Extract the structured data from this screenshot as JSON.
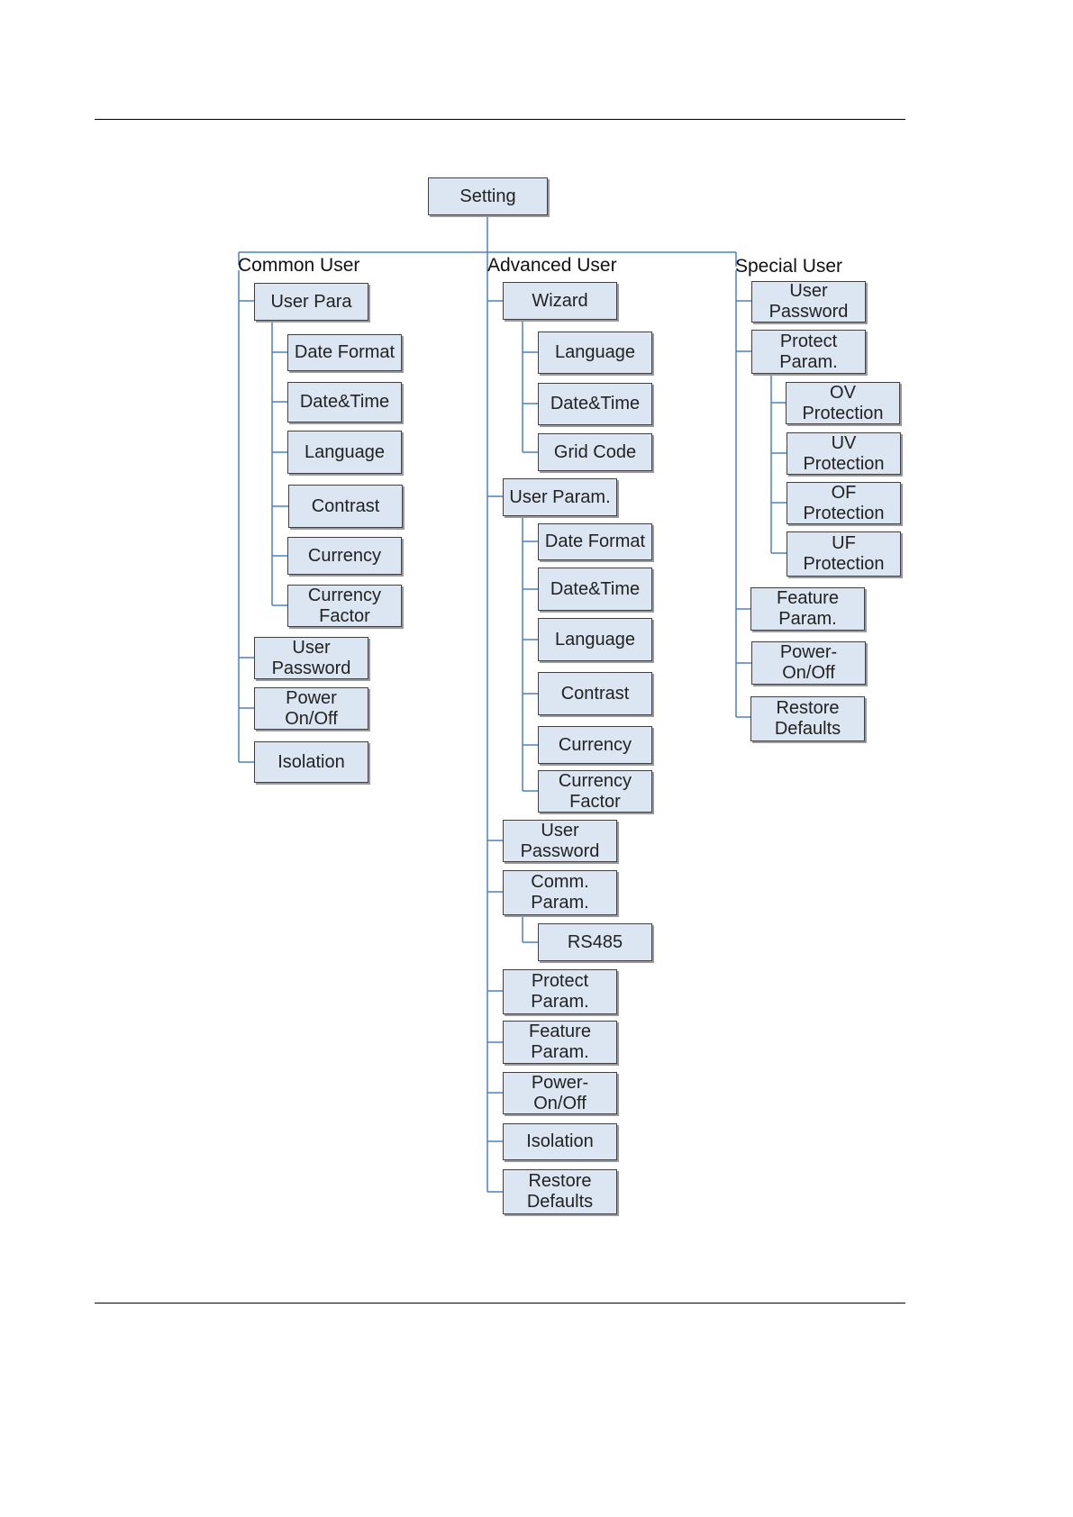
{
  "diagram": {
    "root": "Setting",
    "common_user": {
      "label": "Common User",
      "items": {
        "user_para": "User Para",
        "user_para_children": [
          "Date Format",
          "Date&Time",
          "Language",
          "Contrast",
          "Currency",
          "Currency\nFactor"
        ],
        "user_password": "User\nPassword",
        "power_onoff": "Power\nOn/Off",
        "isolation": "Isolation"
      }
    },
    "advanced_user": {
      "label": "Advanced User",
      "items": {
        "wizard": "Wizard",
        "wizard_children": [
          "Language",
          "Date&Time",
          "Grid Code"
        ],
        "user_param": "User Param.",
        "user_param_children": [
          "Date Format",
          "Date&Time",
          "Language",
          "Contrast",
          "Currency",
          "Currency\nFactor"
        ],
        "user_password": "User\nPassword",
        "comm_param": "Comm.\nParam.",
        "comm_param_children": [
          "RS485"
        ],
        "protect_param": "Protect\nParam.",
        "feature_param": "Feature\nParam.",
        "power_onoff": "Power-\nOn/Off",
        "isolation": "Isolation",
        "restore_defaults": "Restore\nDefaults"
      }
    },
    "special_user": {
      "label": "Special User",
      "items": {
        "user_password": "User\nPassword",
        "protect_param": "Protect\nParam.",
        "protect_param_children": [
          "OV\nProtection",
          "UV\nProtection",
          "OF\nProtection",
          "UF\nProtection"
        ],
        "feature_param": "Feature\nParam.",
        "power_onoff": "Power-\nOn/Off",
        "restore_defaults": "Restore\nDefaults"
      }
    },
    "colors": {
      "box_fill": "#DCE6F2",
      "box_border": "#404040",
      "connector": "#4F81BD"
    }
  }
}
